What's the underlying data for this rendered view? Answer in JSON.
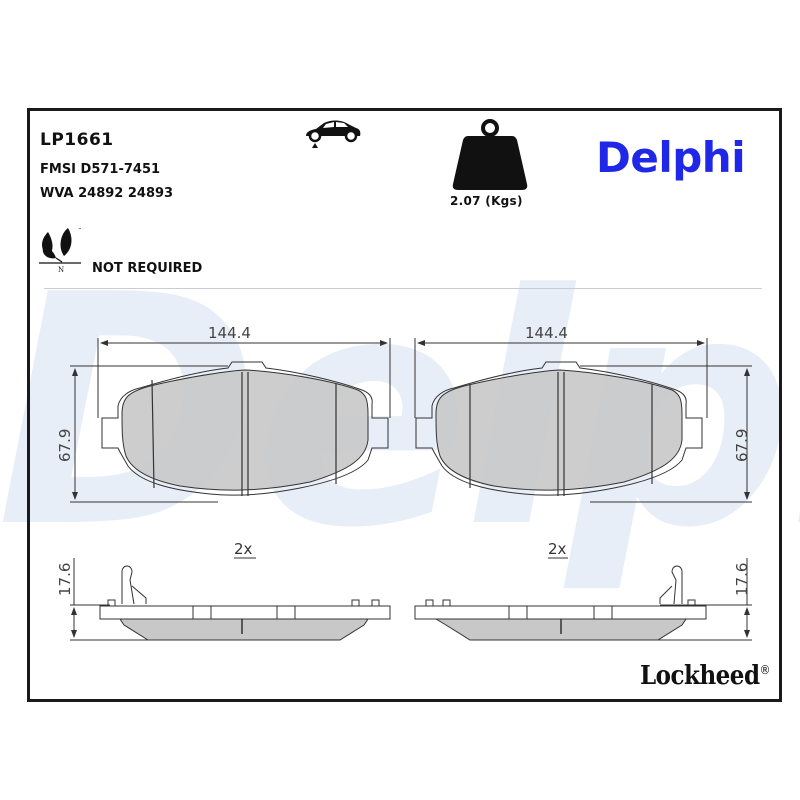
{
  "watermark": {
    "text": "Delphi",
    "color": "#e8eef7"
  },
  "header": {
    "part_number": "LP1661",
    "fmsi": "FMSI D571-7451",
    "wva": "WVA 24892 24893",
    "eco_label": "NOT REQUIRED",
    "eco_icon_letter": "N",
    "eco_icon_tm": "™",
    "axle_icon": "car-front-axle-icon",
    "weight_icon": "weight-icon",
    "weight": "2.07 (Kgs)",
    "brand": "Delphi",
    "brand_color": "#1f28e6"
  },
  "drawing": {
    "front_view_left": {
      "width_dim": "144.4",
      "height_dim": "67.9"
    },
    "front_view_right": {
      "width_dim": "144.4",
      "height_dim": "67.9"
    },
    "side_view_left": {
      "quantity": "2x",
      "thickness_dim": "17.6"
    },
    "side_view_right": {
      "quantity": "2x",
      "thickness_dim": "17.6"
    },
    "pad_fill_color": "#c8c8c8"
  },
  "footer": {
    "brand": "Lockheed",
    "registered": "®"
  }
}
